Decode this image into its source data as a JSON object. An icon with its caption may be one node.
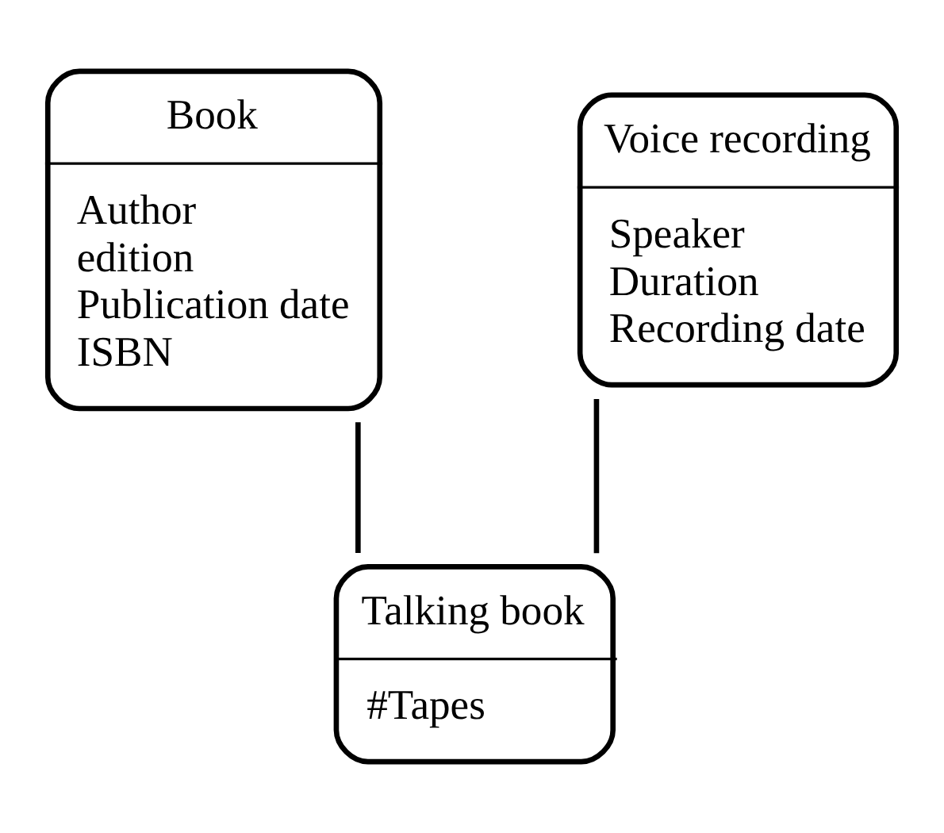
{
  "diagram": {
    "nodes": [
      {
        "text": [
          "Book",
          "Author",
          "edition",
          "Publication date",
          "ISBN"
        ]
      },
      {
        "text": [
          "Voice recording",
          "Speaker",
          "Duration",
          "Recording date"
        ]
      },
      {
        "text": [
          "Talking book",
          "#Tapes"
        ]
      }
    ],
    "edges": [
      {
        "from": 0,
        "to": 2,
        "arrow": "none"
      },
      {
        "from": 1,
        "to": 2,
        "arrow": "none"
      }
    ]
  }
}
